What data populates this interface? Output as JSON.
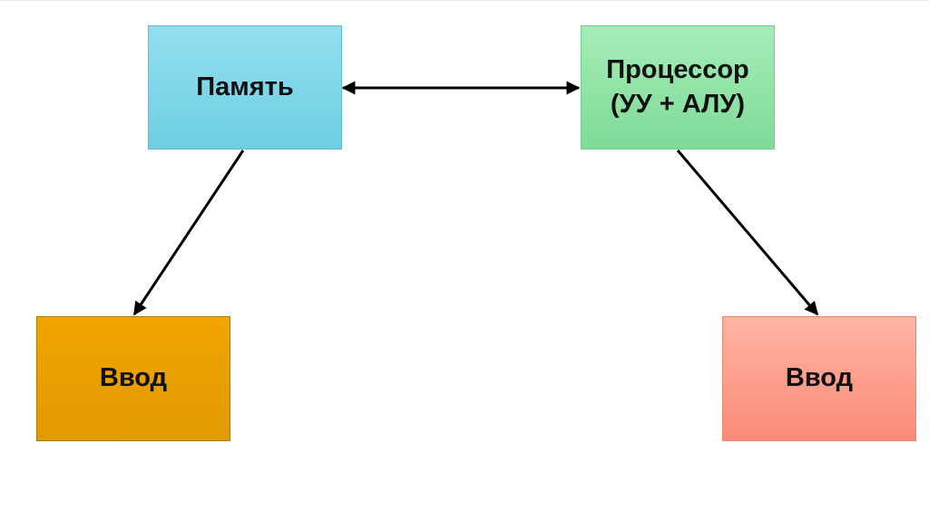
{
  "diagram": {
    "memory": {
      "label": "Память",
      "color_top": "#93dff0",
      "color_bottom": "#6dcfe2"
    },
    "processor": {
      "label": "Процессор\n(УУ + АЛУ)",
      "color_top": "#a6ecb8",
      "color_bottom": "#7edb98"
    },
    "input_left": {
      "label": "Ввод",
      "color_top": "#f0a400",
      "color_bottom": "#e19a00"
    },
    "input_right": {
      "label": "Ввод",
      "color_top": "#ffb3a4",
      "color_bottom": "#fb8b78"
    },
    "connectors": [
      {
        "from": "memory",
        "to": "processor",
        "direction": "both"
      },
      {
        "from": "memory",
        "to": "input_left",
        "direction": "forward"
      },
      {
        "from": "processor",
        "to": "input_right",
        "direction": "forward"
      }
    ],
    "arrow_color": "#000000"
  }
}
